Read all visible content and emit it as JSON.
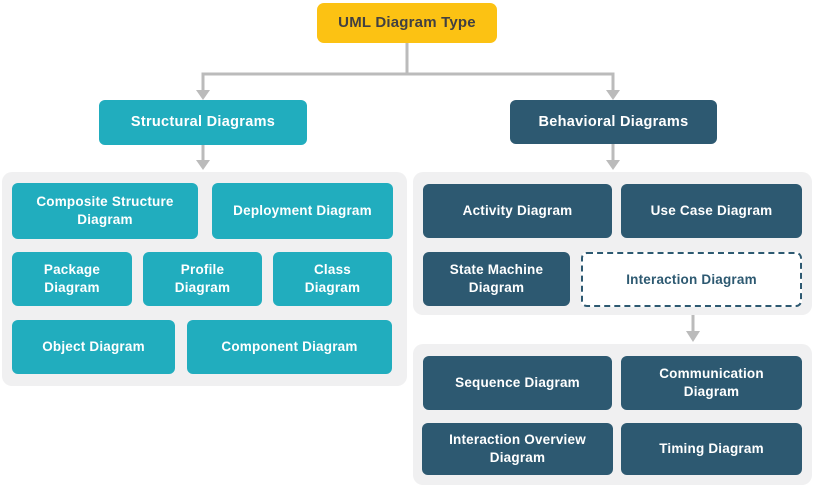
{
  "colors": {
    "yellow": "#fcc213",
    "teal": "#21adbe",
    "navy": "#2d5971",
    "panel": "#f0f0f1",
    "arrow": "#bbbbbb",
    "root_text": "#414042"
  },
  "root": {
    "label": "UML Diagram Type"
  },
  "structural": {
    "header": "Structural Diagrams",
    "items": [
      "Composite Structure\nDiagram",
      "Deployment Diagram",
      "Package\nDiagram",
      "Profile\nDiagram",
      "Class\nDiagram",
      "Object Diagram",
      "Component Diagram"
    ]
  },
  "behavioral": {
    "header": "Behavioral Diagrams",
    "items": [
      "Activity Diagram",
      "Use Case Diagram",
      "State Machine\nDiagram",
      "Interaction Diagram"
    ]
  },
  "interaction_children": {
    "items": [
      "Sequence Diagram",
      "Communication\nDiagram",
      "Interaction Overview\nDiagram",
      "Timing Diagram"
    ]
  }
}
